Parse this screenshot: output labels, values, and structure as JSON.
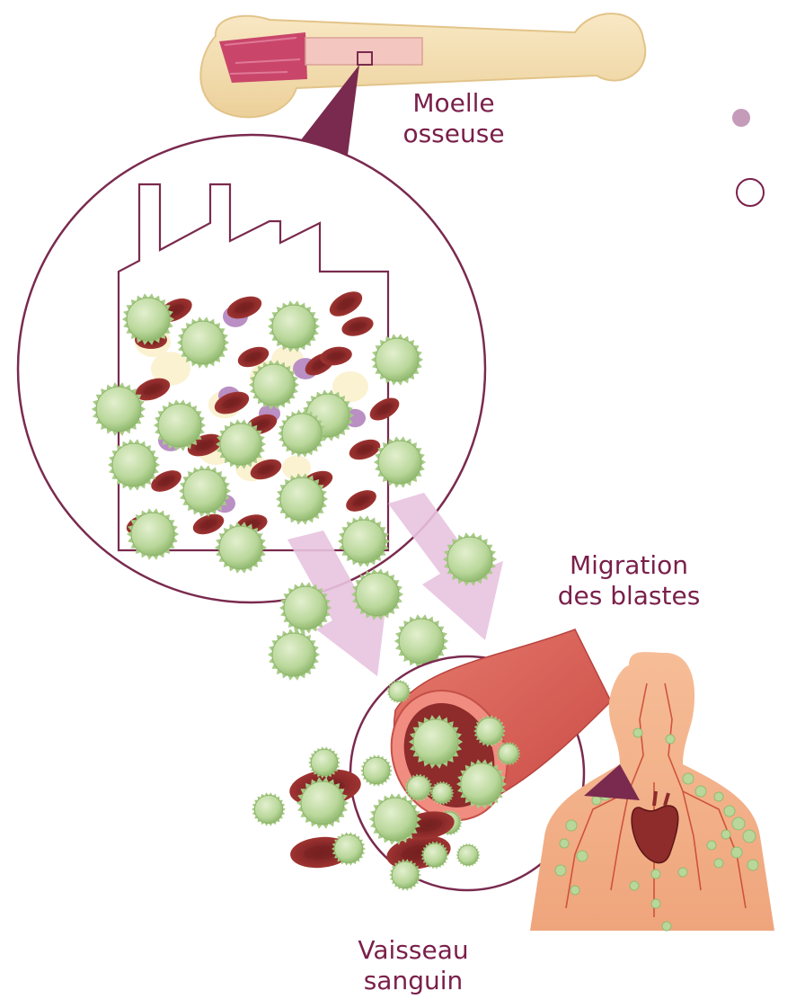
{
  "labels": {
    "bone_marrow": [
      "Moelle",
      "osseuse"
    ],
    "migration": [
      "Migration",
      "des blastes"
    ],
    "blood_vessel": [
      "Vaisseau",
      "sanguin"
    ]
  },
  "colors": {
    "text": "#7a1f4a",
    "outline": "#7a2a4e",
    "blast": "#b9d79a",
    "red_cell": "#8e2b2b",
    "vessel": "#e06a5f",
    "arrow": "#e8c3df",
    "bone": "#f4dfb3",
    "skin": "#f3b28a",
    "bullet_filled": "#c49bb8"
  },
  "icons": [
    "bone-icon",
    "factory-icon",
    "blast-cell-icon",
    "red-blood-cell-icon",
    "blood-vessel-icon",
    "human-torso-icon",
    "heart-icon"
  ]
}
